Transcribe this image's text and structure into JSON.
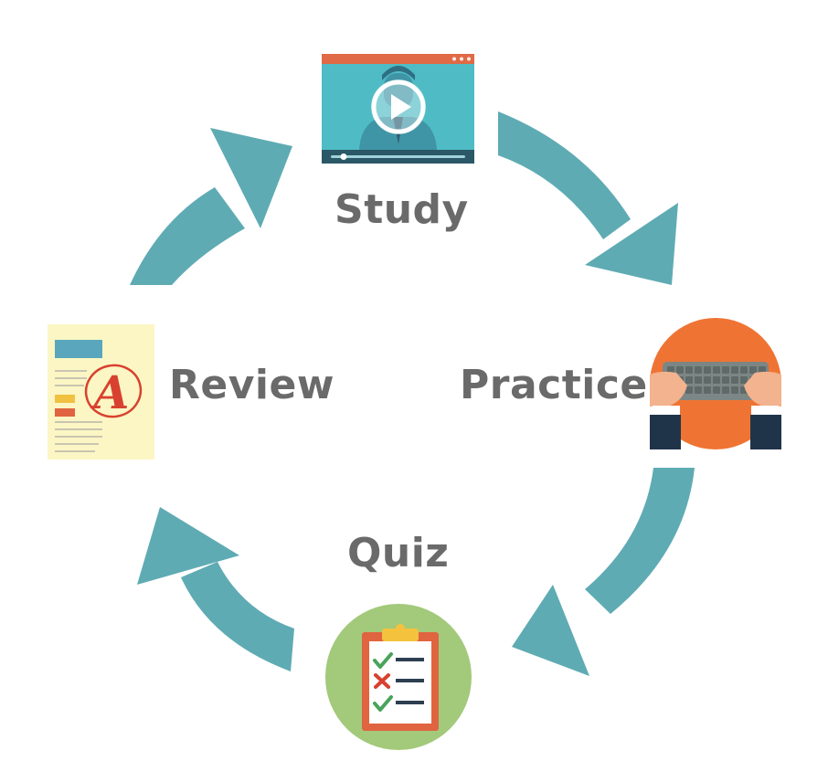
{
  "diagram": {
    "steps": [
      {
        "id": "study",
        "label": "Study",
        "icon": "video-player-icon"
      },
      {
        "id": "practice",
        "label": "Practice",
        "icon": "keyboard-hands-icon"
      },
      {
        "id": "quiz",
        "label": "Quiz",
        "icon": "clipboard-checklist-icon"
      },
      {
        "id": "review",
        "label": "Review",
        "icon": "graded-paper-icon"
      }
    ],
    "grade_mark": "A",
    "colors": {
      "arrow": "#5fabb3",
      "label": "#6a6a6a",
      "video_screen": "#4fbcc5",
      "video_bar": "#e06a45",
      "practice_circle": "#ef7434",
      "quiz_circle": "#a3c97a",
      "clipboard": "#e0643f",
      "paper": "#fbf6c4",
      "grade_red": "#d8412f"
    }
  }
}
